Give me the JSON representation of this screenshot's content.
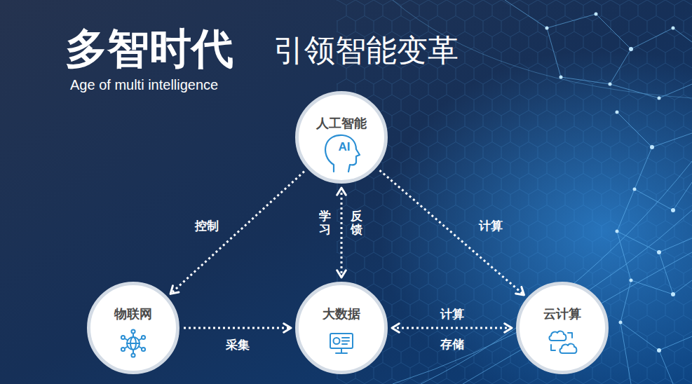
{
  "diagram": {
    "title": "多智时代",
    "nodes": [
      {
        "text": [
          "人工智能",
          "AI"
        ]
      },
      {
        "text": [
          "物联网"
        ]
      },
      {
        "text": [
          "大数据"
        ]
      },
      {
        "text": [
          "云计算"
        ]
      }
    ],
    "edges": [
      {
        "from": 0,
        "to": 1,
        "arrow": "to",
        "label": "控制"
      },
      {
        "from": 0,
        "to": 2,
        "arrow": "both",
        "label": "学习"
      },
      {
        "from": 0,
        "to": 3,
        "arrow": "to",
        "label": "计算"
      },
      {
        "from": 1,
        "to": 2,
        "arrow": "to",
        "label": "采集"
      },
      {
        "from": 2,
        "to": 3,
        "arrow": "both",
        "label": "计算"
      }
    ],
    "labels": [
      "引领智能变革",
      "Age of multi intelligence",
      "反馈",
      "存储"
    ]
  }
}
